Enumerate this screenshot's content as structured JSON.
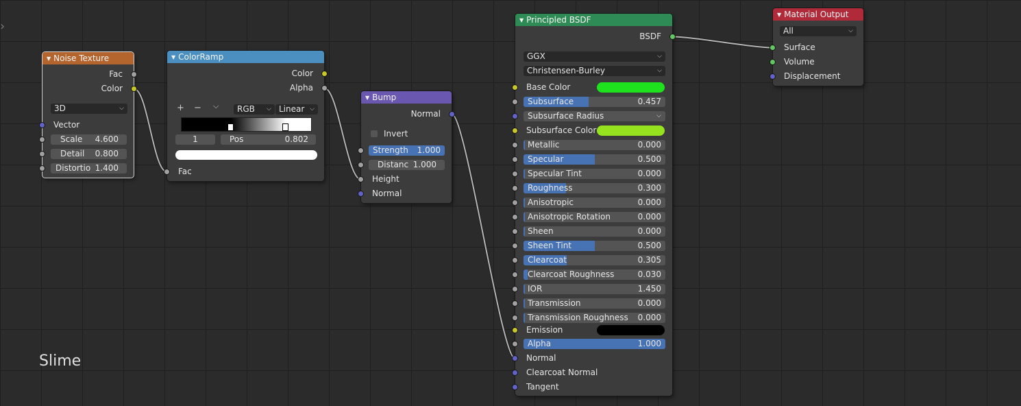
{
  "frame_label": "Slime",
  "colors": {
    "noise_header": "#b4652e",
    "colorramp_header": "#4a8fbf",
    "bump_header": "#6a57b0",
    "bsdf_header": "#2f8b55",
    "output_header": "#b02a3a",
    "base_color": "#1fe21f",
    "subsurface_color": "#96e21f",
    "emission": "#000000"
  },
  "noise": {
    "title": "Noise Texture",
    "out_fac": "Fac",
    "out_color": "Color",
    "dims": "3D",
    "vector": "Vector",
    "scale_label": "Scale",
    "scale_value": "4.600",
    "detail_label": "Detail",
    "detail_value": "0.800",
    "distortion_label": "Distortio",
    "distortion_value": "1.400"
  },
  "ramp": {
    "title": "ColorRamp",
    "out_color": "Color",
    "out_alpha": "Alpha",
    "add": "+",
    "remove": "−",
    "menu": "⌵",
    "mode": "RGB",
    "interp": "Linear",
    "index": "1",
    "pos_label": "Pos",
    "pos_value": "0.802",
    "in_fac": "Fac"
  },
  "bump": {
    "title": "Bump",
    "out_normal": "Normal",
    "invert": "Invert",
    "strength_label": "Strength",
    "strength_value": "1.000",
    "strength_fill": 1.0,
    "distance_label": "Distanc",
    "distance_value": "1.000",
    "height": "Height",
    "normal": "Normal"
  },
  "bsdf": {
    "title": "Principled BSDF",
    "out": "BSDF",
    "distribution": "GGX",
    "subsurface_method": "Christensen-Burley",
    "base_color": "Base Color",
    "subsurface_radius": "Subsurface Radius",
    "subsurface_color": "Subsurface Color",
    "emission": "Emission",
    "normal": "Normal",
    "clearcoat_normal": "Clearcoat Normal",
    "tangent": "Tangent",
    "fields": [
      {
        "label": "Subsurface",
        "value": "0.457",
        "fill": 0.457
      },
      {
        "label": "Metallic",
        "value": "0.000",
        "fill": 0
      },
      {
        "label": "Specular",
        "value": "0.500",
        "fill": 0.5
      },
      {
        "label": "Specular Tint",
        "value": "0.000",
        "fill": 0
      },
      {
        "label": "Roughness",
        "value": "0.300",
        "fill": 0.3
      },
      {
        "label": "Anisotropic",
        "value": "0.000",
        "fill": 0
      },
      {
        "label": "Anisotropic Rotation",
        "value": "0.000",
        "fill": 0
      },
      {
        "label": "Sheen",
        "value": "0.000",
        "fill": 0
      },
      {
        "label": "Sheen Tint",
        "value": "0.500",
        "fill": 0.5
      },
      {
        "label": "Clearcoat",
        "value": "0.305",
        "fill": 0.305
      },
      {
        "label": "Clearcoat Roughness",
        "value": "0.030",
        "fill": 0.03
      },
      {
        "label": "IOR",
        "value": "1.450",
        "fill": 0
      },
      {
        "label": "Transmission",
        "value": "0.000",
        "fill": 0
      },
      {
        "label": "Transmission Roughness",
        "value": "0.000",
        "fill": 0
      }
    ],
    "alpha_label": "Alpha",
    "alpha_value": "1.000",
    "alpha_fill": 1.0
  },
  "output": {
    "title": "Material Output",
    "target": "All",
    "surface": "Surface",
    "volume": "Volume",
    "displacement": "Displacement"
  }
}
